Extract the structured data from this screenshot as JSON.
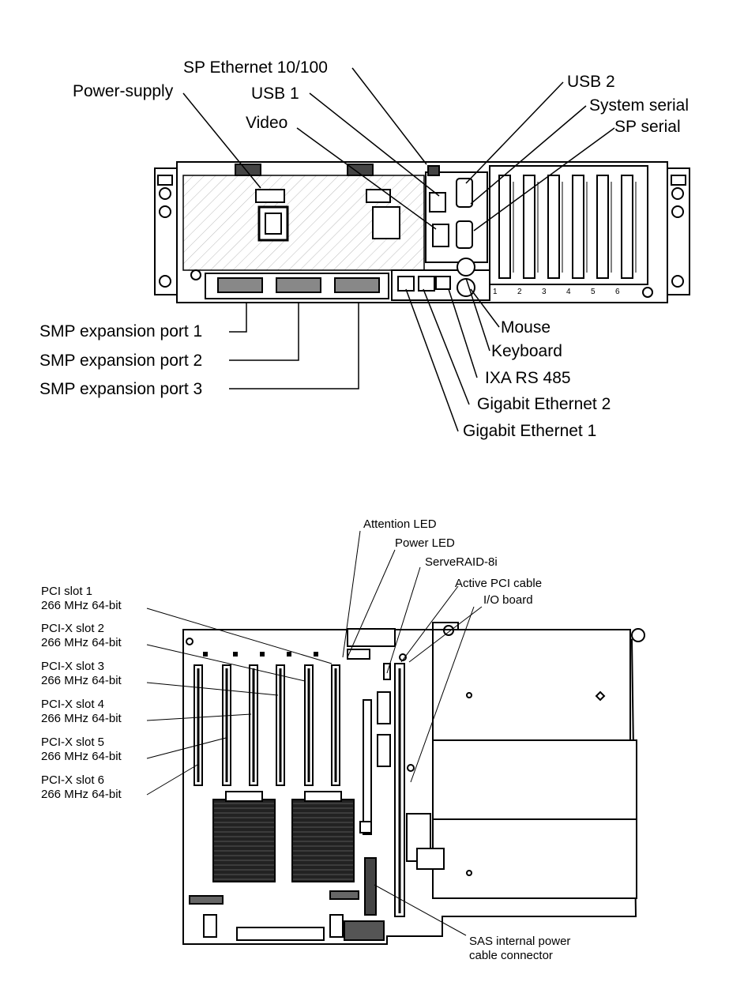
{
  "top_diagram": {
    "labels": {
      "sp_ethernet": "SP Ethernet 10/100",
      "power_supply": "Power-supply",
      "usb1": "USB 1",
      "video": "Video",
      "usb2": "USB 2",
      "system_serial": "System serial",
      "sp_serial": "SP serial",
      "smp_port1": "SMP expansion port 1",
      "smp_port2": "SMP expansion port 2",
      "smp_port3": "SMP expansion port 3",
      "mouse": "Mouse",
      "keyboard": "Keyboard",
      "ixa_rs485": "IXA RS 485",
      "gigabit_eth2": "Gigabit Ethernet 2",
      "gigabit_eth1": "Gigabit Ethernet 1"
    },
    "slot_numbers": [
      "1",
      "2",
      "3",
      "4",
      "5",
      "6"
    ]
  },
  "bottom_diagram": {
    "labels": {
      "attention_led": "Attention LED",
      "power_led": "Power LED",
      "serveraid": "ServeRAID-8i",
      "active_pci_cable": "Active PCI cable",
      "io_board": "I/O board",
      "sas_line1": "SAS internal power",
      "sas_line2": "cable connector"
    },
    "pci_slots": [
      {
        "name": "PCI slot 1",
        "speed": "266 MHz 64-bit"
      },
      {
        "name": "PCI-X slot 2",
        "speed": "266 MHz 64-bit"
      },
      {
        "name": "PCI-X slot 3",
        "speed": "266 MHz 64-bit"
      },
      {
        "name": "PCI-X slot 4",
        "speed": "266 MHz 64-bit"
      },
      {
        "name": "PCI-X slot 5",
        "speed": "266 MHz 64-bit"
      },
      {
        "name": "PCI-X slot 6",
        "speed": "266 MHz 64-bit"
      }
    ]
  }
}
